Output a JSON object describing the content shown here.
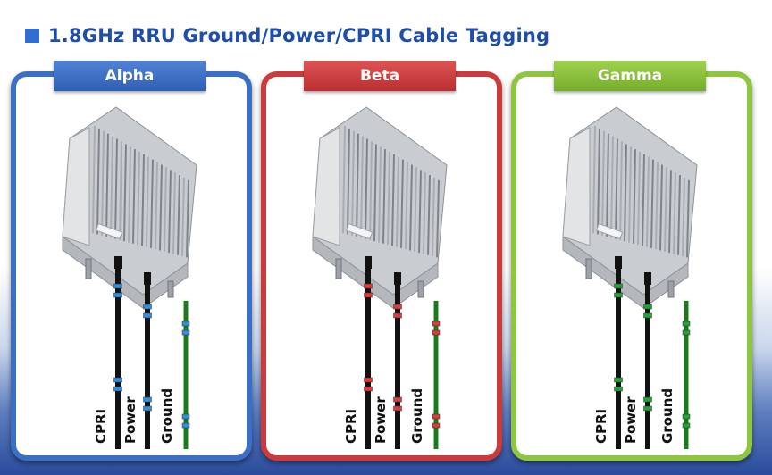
{
  "header": {
    "title": "1.8GHz RRU Ground/Power/CPRI Cable Tagging"
  },
  "colors": {
    "title": "#1d4fa8",
    "alpha": "#3b6fc4",
    "beta": "#cc3b3b",
    "gamma": "#8ec63f",
    "ground_cable": "#1c7a1c",
    "cable": "#111111"
  },
  "sectors": [
    {
      "name": "Alpha",
      "tag_color": "#2f8fe0",
      "cables": {
        "cpri": "CPRI",
        "power": "Power",
        "ground": "Ground"
      }
    },
    {
      "name": "Beta",
      "tag_color": "#e03a3a",
      "cables": {
        "cpri": "CPRI",
        "power": "Power",
        "ground": "Ground"
      }
    },
    {
      "name": "Gamma",
      "tag_color": "#22a33a",
      "cables": {
        "cpri": "CPRI",
        "power": "Power",
        "ground": "Ground"
      }
    }
  ]
}
